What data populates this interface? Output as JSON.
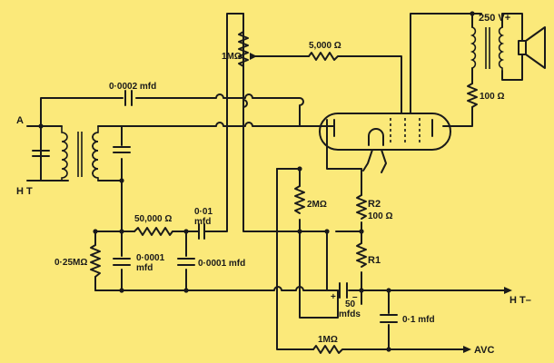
{
  "labels": {
    "terminal_a": "A",
    "terminal_ht_left": "H T",
    "supply": "250 V+",
    "ht_minus": "H T–",
    "avc": "AVC",
    "r_1m_top": "1MΩ",
    "r_5000": "5,000 Ω",
    "r_100_anode": "100 Ω",
    "c_00002": "0·0002 mfd",
    "r_50000": "50,000 Ω",
    "c_001_a": "0·01",
    "c_001_b": "mfd",
    "r_2m": "2MΩ",
    "r2_name": "R2",
    "r2_value": "100 Ω",
    "r1_name": "R1",
    "r_025m": "0·25MΩ",
    "c_00001_left_a": "0·0001",
    "c_00001_left_b": "mfd",
    "c_00001_right": "0·0001 mfd",
    "c_50_a": "50",
    "c_50_b": "mfds",
    "c_50_plus": "+",
    "c_50_minus": "–",
    "c_01": "0·1 mfd",
    "r_1m_bottom": "1MΩ"
  },
  "colors": {
    "background": "#fbe97a",
    "ink": "#1a1a1a"
  }
}
